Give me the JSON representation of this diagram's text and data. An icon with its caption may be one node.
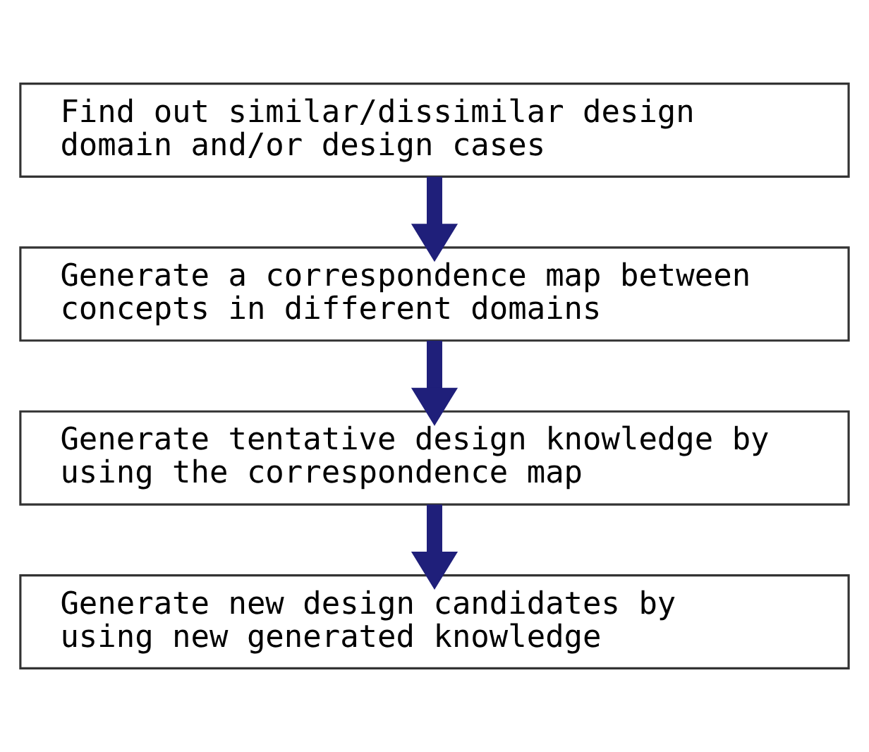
{
  "diagram": {
    "nodes": [
      {
        "text": [
          "Find out similar/dissimilar design domain and/or design cases"
        ]
      },
      {
        "text": [
          "Generate a correspondence map between concepts in different domains"
        ]
      },
      {
        "text": [
          "Generate tentative design knowledge by using the correspondence map"
        ]
      },
      {
        "text": [
          "Generate new design candidates by using new generated knowledge"
        ]
      }
    ],
    "edges": [
      {
        "from": 0,
        "to": 1,
        "arrow": "to"
      },
      {
        "from": 1,
        "to": 2,
        "arrow": "to"
      },
      {
        "from": 2,
        "to": 3,
        "arrow": "to"
      }
    ]
  }
}
